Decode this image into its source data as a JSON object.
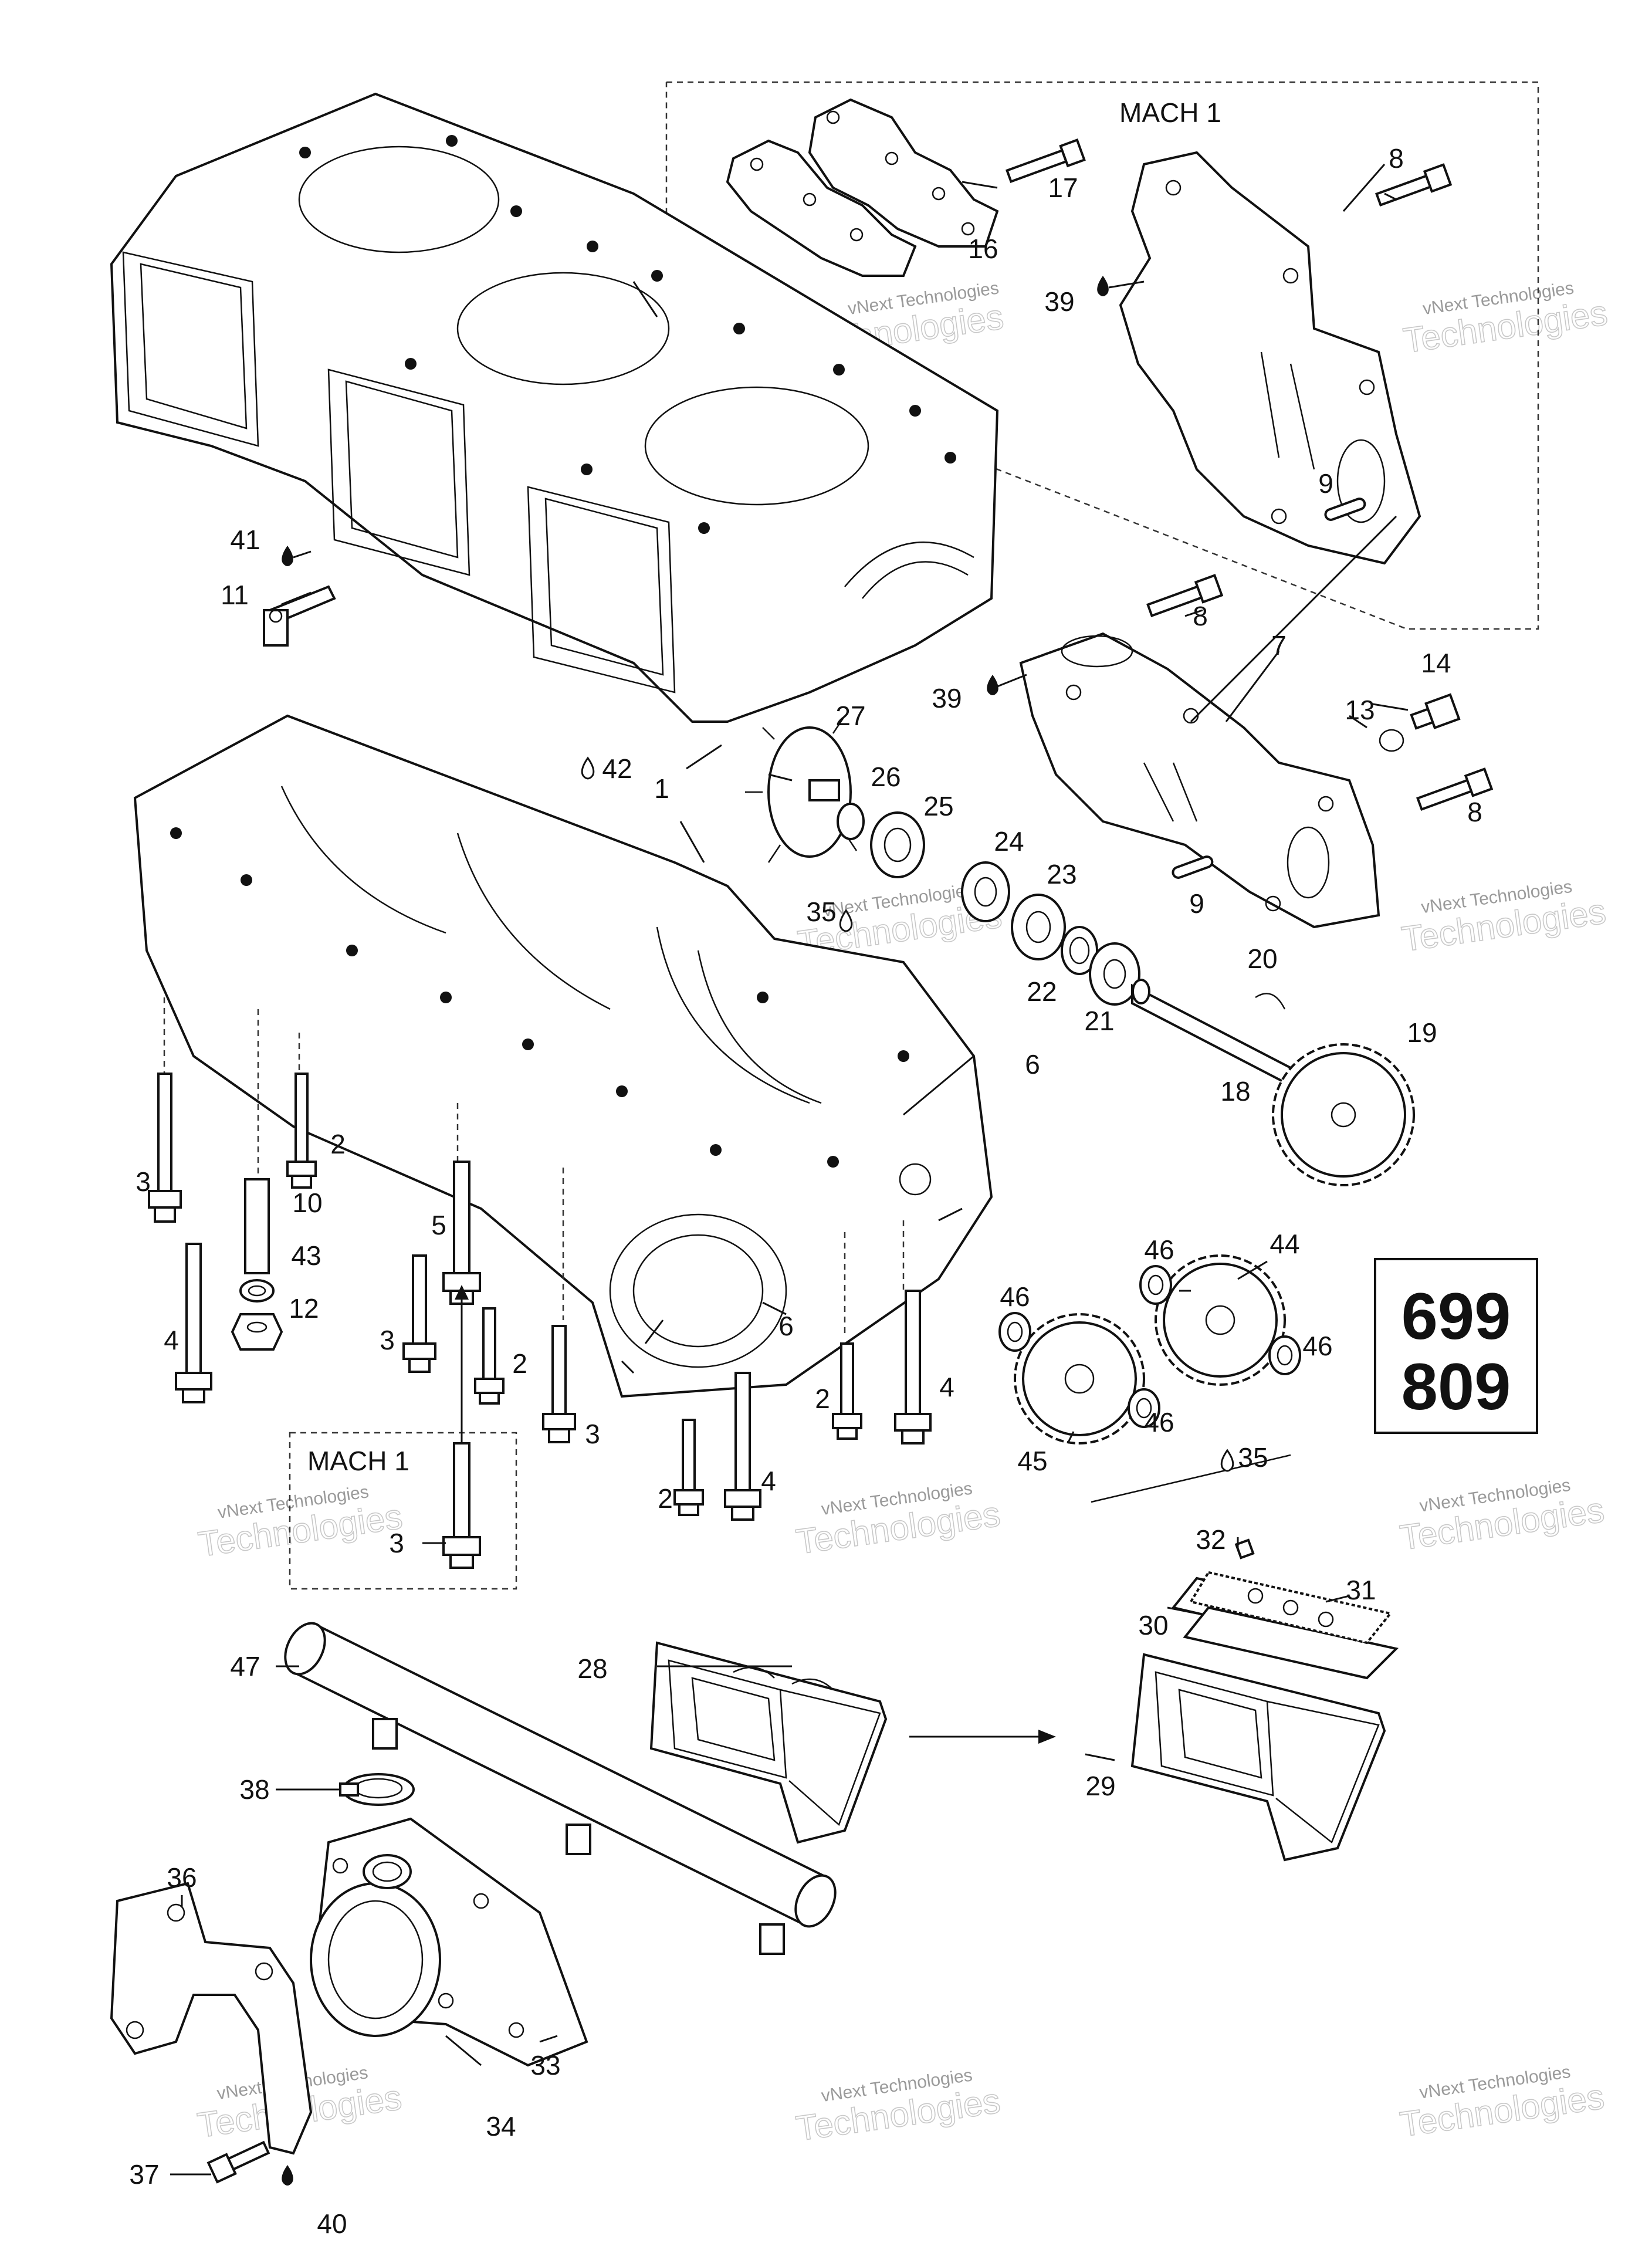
{
  "box_labels": {
    "mach_top": "MACH 1",
    "mach_bottom": "MACH 1",
    "code_a": "699",
    "code_b": "809"
  },
  "watermark": {
    "line1": "vNext Technologies",
    "line2": "Technologies"
  },
  "callouts": [
    {
      "id": "1",
      "text": "1"
    },
    {
      "id": "2a",
      "text": "2"
    },
    {
      "id": "2b",
      "text": "2"
    },
    {
      "id": "2c",
      "text": "2"
    },
    {
      "id": "2d",
      "text": "2"
    },
    {
      "id": "2e",
      "text": "2"
    },
    {
      "id": "3a",
      "text": "3"
    },
    {
      "id": "3b",
      "text": "3"
    },
    {
      "id": "3c",
      "text": "3"
    },
    {
      "id": "3d",
      "text": "3"
    },
    {
      "id": "4a",
      "text": "4"
    },
    {
      "id": "4b",
      "text": "4"
    },
    {
      "id": "4c",
      "text": "4"
    },
    {
      "id": "5",
      "text": "5"
    },
    {
      "id": "6a",
      "text": "6"
    },
    {
      "id": "6b",
      "text": "6"
    },
    {
      "id": "7",
      "text": "7"
    },
    {
      "id": "8a",
      "text": "8"
    },
    {
      "id": "8b",
      "text": "8"
    },
    {
      "id": "8c",
      "text": "8"
    },
    {
      "id": "9a",
      "text": "9"
    },
    {
      "id": "9b",
      "text": "9"
    },
    {
      "id": "10",
      "text": "10"
    },
    {
      "id": "11",
      "text": "11"
    },
    {
      "id": "12",
      "text": "12"
    },
    {
      "id": "13",
      "text": "13"
    },
    {
      "id": "14",
      "text": "14"
    },
    {
      "id": "16",
      "text": "16"
    },
    {
      "id": "17",
      "text": "17"
    },
    {
      "id": "18",
      "text": "18"
    },
    {
      "id": "19",
      "text": "19"
    },
    {
      "id": "20",
      "text": "20"
    },
    {
      "id": "21",
      "text": "21"
    },
    {
      "id": "22",
      "text": "22"
    },
    {
      "id": "23",
      "text": "23"
    },
    {
      "id": "24",
      "text": "24"
    },
    {
      "id": "25",
      "text": "25"
    },
    {
      "id": "26",
      "text": "26"
    },
    {
      "id": "27",
      "text": "27"
    },
    {
      "id": "28",
      "text": "28"
    },
    {
      "id": "29",
      "text": "29"
    },
    {
      "id": "30",
      "text": "30"
    },
    {
      "id": "31",
      "text": "31"
    },
    {
      "id": "32",
      "text": "32"
    },
    {
      "id": "33",
      "text": "33"
    },
    {
      "id": "34",
      "text": "34"
    },
    {
      "id": "35a",
      "text": "35"
    },
    {
      "id": "35b",
      "text": "35"
    },
    {
      "id": "36",
      "text": "36"
    },
    {
      "id": "37",
      "text": "37"
    },
    {
      "id": "38",
      "text": "38"
    },
    {
      "id": "39a",
      "text": "39"
    },
    {
      "id": "39b",
      "text": "39"
    },
    {
      "id": "40",
      "text": "40"
    },
    {
      "id": "41",
      "text": "41"
    },
    {
      "id": "42",
      "text": "42"
    },
    {
      "id": "43",
      "text": "43"
    },
    {
      "id": "44",
      "text": "44"
    },
    {
      "id": "45",
      "text": "45"
    },
    {
      "id": "46a",
      "text": "46"
    },
    {
      "id": "46b",
      "text": "46"
    },
    {
      "id": "46c",
      "text": "46"
    },
    {
      "id": "46d",
      "text": "46"
    },
    {
      "id": "47",
      "text": "47"
    }
  ]
}
